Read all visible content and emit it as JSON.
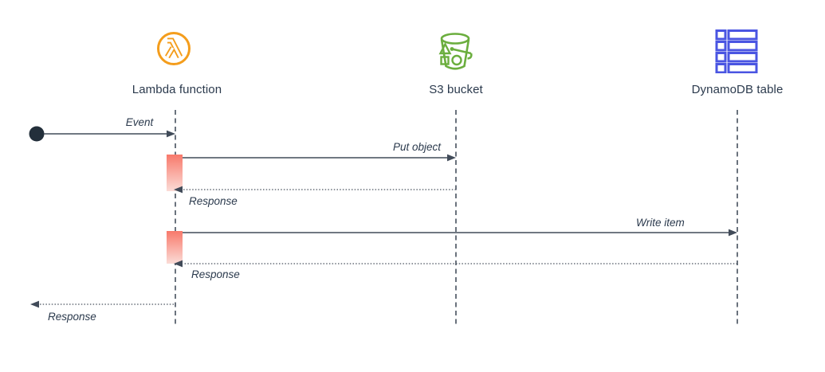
{
  "diagram": {
    "type": "sequence-diagram",
    "background": "#FFFFFF",
    "actors": [
      {
        "label": "Lambda function",
        "icon": "lambda-icon",
        "color": "#F49D1C"
      },
      {
        "label": "S3 bucket",
        "icon": "s3-bucket-icon",
        "color": "#6BAE3E"
      },
      {
        "label": "DynamoDB table",
        "icon": "dynamodb-table-icon",
        "color": "#4A55E2"
      }
    ],
    "start_node": {
      "shape": "filled-circle",
      "color": "#232F3B"
    },
    "messages": [
      {
        "label": "Event",
        "from": "start",
        "to": "Lambda function",
        "line": "solid"
      },
      {
        "label": "Put object",
        "from": "Lambda function",
        "to": "S3 bucket",
        "line": "solid"
      },
      {
        "label": "Response",
        "from": "S3 bucket",
        "to": "Lambda function",
        "line": "dotted"
      },
      {
        "label": "Write item",
        "from": "Lambda function",
        "to": "DynamoDB table",
        "line": "solid"
      },
      {
        "label": "Response",
        "from": "DynamoDB table",
        "to": "Lambda function",
        "line": "dotted"
      },
      {
        "label": "Response",
        "from": "Lambda function",
        "to": "start",
        "line": "dotted"
      }
    ],
    "activation_bars": [
      {
        "actor": "Lambda function",
        "gradient_top": "#F8796B",
        "gradient_bottom": "#FBD9D4"
      },
      {
        "actor": "Lambda function",
        "gradient_top": "#F8796B",
        "gradient_bottom": "#FBD9D4"
      }
    ],
    "colors": {
      "text": "#2B3A4D",
      "line": "#414B59",
      "lifeline": "#46505D"
    }
  }
}
